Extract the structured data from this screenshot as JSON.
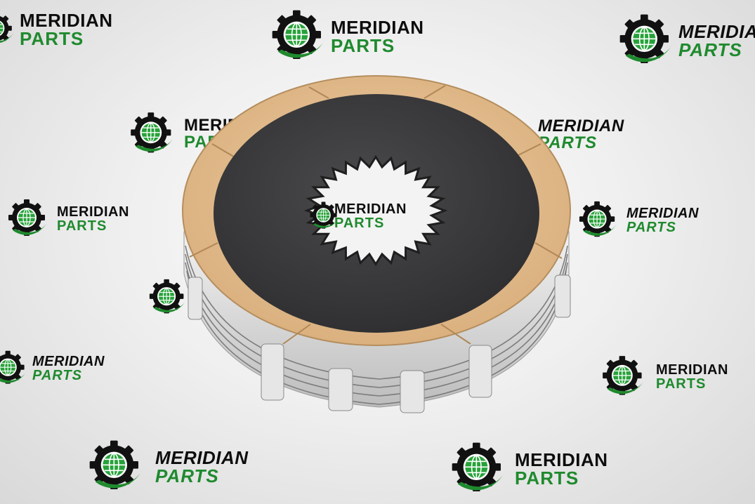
{
  "brand": {
    "line1": "MERIDIAN",
    "line2": "PARTS",
    "text_dark": "#0d0d0d",
    "text_green": "#1f8a2e",
    "gear_color": "#111111",
    "globe_color": "#27a23a",
    "swoosh_color": "#1f8a2e"
  },
  "product": {
    "name": "clutch-friction-disc-pack",
    "facing_color": "#e3bd8f",
    "disc_color": "#3a3a3c",
    "steel_color": "#d6d6d6"
  }
}
